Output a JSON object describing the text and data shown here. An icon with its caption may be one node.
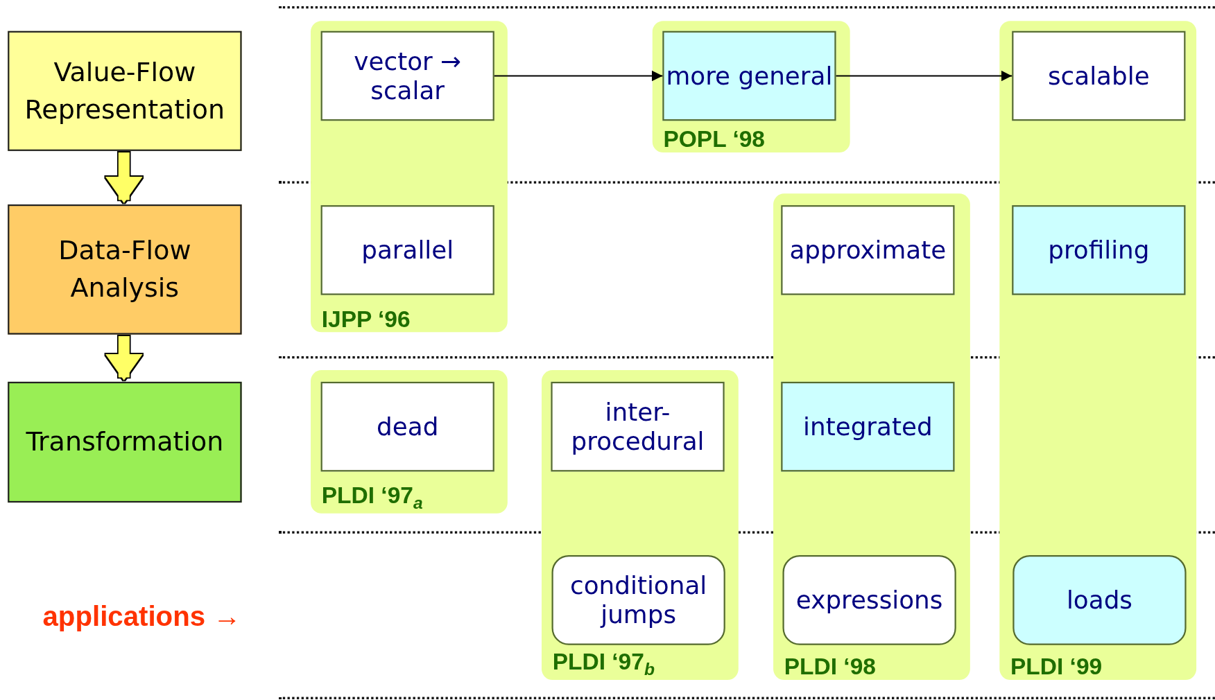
{
  "diagram": {
    "nodes": [
      {
        "text": [
          "Value-Flow Representation"
        ]
      },
      {
        "text": [
          "Data-Flow Analysis"
        ]
      },
      {
        "text": [
          "Transformation"
        ]
      },
      {
        "text": [
          "IJPP ‘96"
        ]
      },
      {
        "text": [
          "vector → scalar"
        ],
        "in": 3
      },
      {
        "text": [
          "parallel"
        ],
        "in": 3
      },
      {
        "text": [
          "POPL ‘98"
        ]
      },
      {
        "text": [
          "more general"
        ],
        "in": 6
      },
      {
        "text": [
          "PLDI ‘99"
        ]
      },
      {
        "text": [
          "scalable"
        ],
        "in": 8
      },
      {
        "text": [
          "profiling"
        ],
        "in": 8
      },
      {
        "text": [
          "loads"
        ],
        "in": 8
      },
      {
        "text": [
          "PLDI ‘98"
        ]
      },
      {
        "text": [
          "approximate"
        ],
        "in": 12
      },
      {
        "text": [
          "integrated"
        ],
        "in": 12
      },
      {
        "text": [
          "expressions"
        ],
        "in": 12
      },
      {
        "text": [
          "PLDI ‘97$_{a}$"
        ]
      },
      {
        "text": [
          "dead"
        ],
        "in": 16
      },
      {
        "text": [
          "PLDI ‘97$_{b}$"
        ]
      },
      {
        "text": [
          "inter- procedural"
        ],
        "in": 18
      },
      {
        "text": [
          "conditional jumps"
        ],
        "in": 18
      }
    ],
    "edges": [
      {
        "from": 0,
        "to": 1,
        "arrow": "to",
        "style": "thick",
        "color": "#ffff66"
      },
      {
        "from": 1,
        "to": 2,
        "arrow": "to",
        "style": "thick",
        "color": "#ffff66"
      },
      {
        "from": 4,
        "to": 7,
        "arrow": "to",
        "color": "#000000"
      },
      {
        "from": 7,
        "to": 9,
        "arrow": "to",
        "color": "#000000"
      }
    ],
    "labels": [
      "applications →"
    ]
  }
}
